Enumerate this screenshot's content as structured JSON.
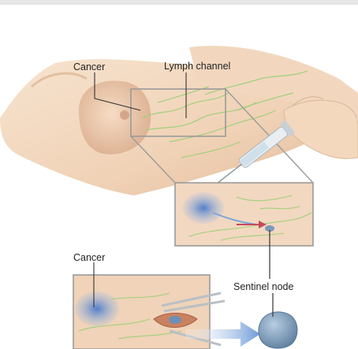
{
  "labels": {
    "cancer_top": "Cancer",
    "lymph_channel": "Lymph channel",
    "cancer_bottom": "Cancer",
    "sentinel_node": "Sentinel node"
  },
  "colors": {
    "skin": "#f2d6bd",
    "skin_shadow": "#dcb497",
    "lymph": "#9fd07a",
    "dye": "#7aa5e0",
    "box_border": "#9a9a9a",
    "arrow": "#c44a5e",
    "node": "#7a9ab8"
  }
}
